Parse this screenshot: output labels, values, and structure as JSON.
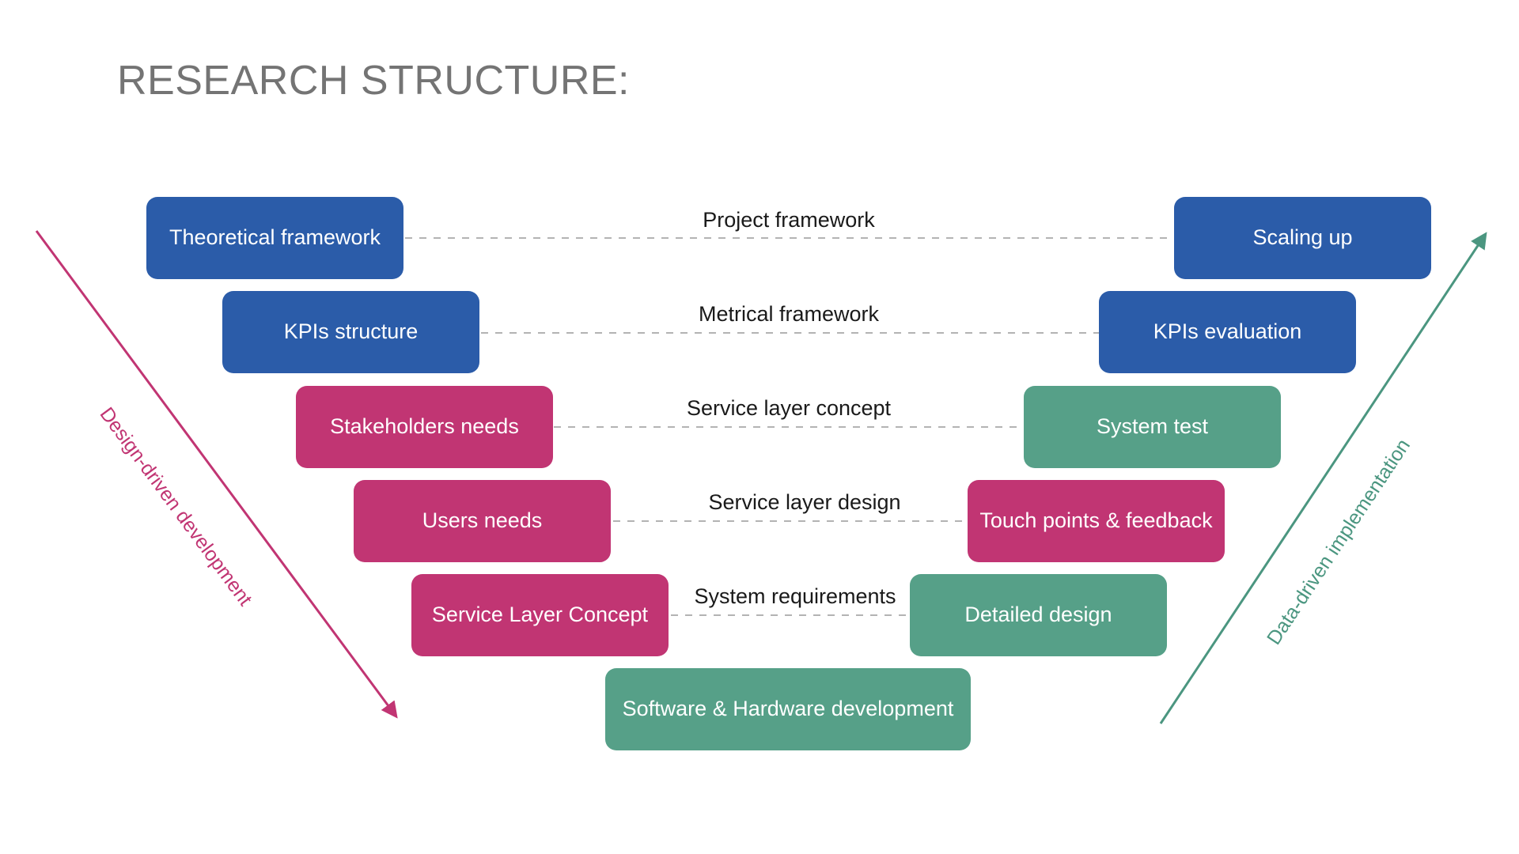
{
  "title": "RESEARCH STRUCTURE:",
  "colors": {
    "blue": "#2B5CA9",
    "pink": "#C13573",
    "teal": "#56A088",
    "title_gray": "#747474",
    "dash_gray": "#B3B3B3",
    "label_black": "#1a1a1a"
  },
  "left_column": [
    {
      "label": "Theoretical framework",
      "color": "blue"
    },
    {
      "label": "KPIs structure",
      "color": "blue"
    },
    {
      "label": "Stakeholders needs",
      "color": "pink"
    },
    {
      "label": "Users needs",
      "color": "pink"
    },
    {
      "label": "Service Layer Concept",
      "color": "pink"
    }
  ],
  "right_column": [
    {
      "label": "Scaling up",
      "color": "blue"
    },
    {
      "label": "KPIs evaluation",
      "color": "blue"
    },
    {
      "label": "System test",
      "color": "teal"
    },
    {
      "label": "Touch points & feedback",
      "color": "pink"
    },
    {
      "label": "Detailed design",
      "color": "teal"
    }
  ],
  "bottom_box": {
    "label": "Software & Hardware development",
    "color": "teal"
  },
  "middle_labels": [
    "Project framework",
    "Metrical framework",
    "Service layer concept",
    "Service layer design",
    "System requirements"
  ],
  "side_labels": {
    "left": "Design-driven development",
    "right": "Data-driven implementation"
  }
}
